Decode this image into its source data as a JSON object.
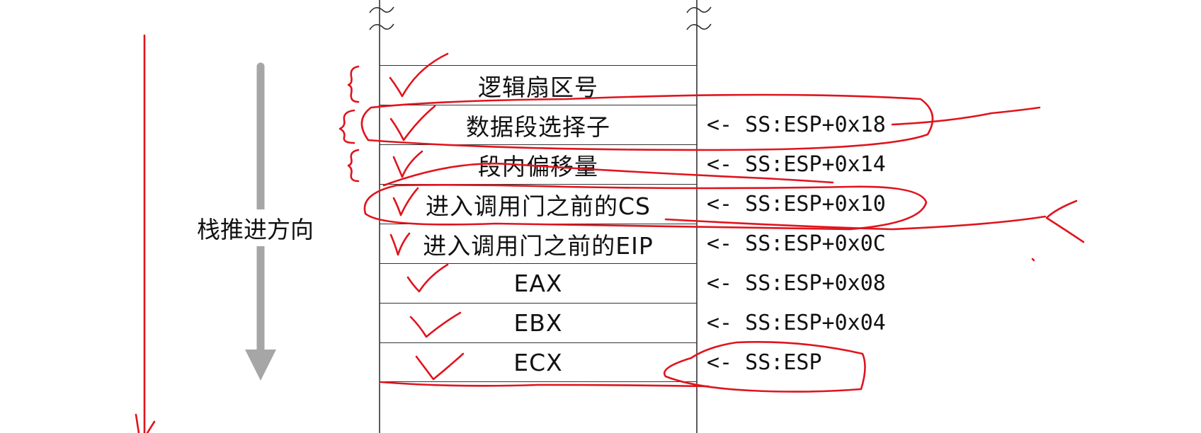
{
  "diagram": {
    "direction_label": "栈推进方向",
    "stack_cells": [
      "逻辑扇区号",
      "数据段选择子",
      "段内偏移量",
      "进入调用门之前的CS",
      "进入调用门之前的EIP",
      "EAX",
      "EBX",
      "ECX"
    ],
    "pointers": [
      "",
      "<- SS:ESP+0x18",
      "<- SS:ESP+0x14",
      "<- SS:ESP+0x10",
      "<- SS:ESP+0x0C",
      "<- SS:ESP+0x08",
      "<- SS:ESP+0x04",
      "<- SS:ESP"
    ]
  },
  "colors": {
    "annotation": "#e0141e",
    "arrow": "#a6a6a6",
    "line": "#333333",
    "text": "#111111"
  },
  "icons": [
    "checkmark-icon",
    "down-arrow-icon",
    "brace-icon",
    "break-mark-icon"
  ]
}
